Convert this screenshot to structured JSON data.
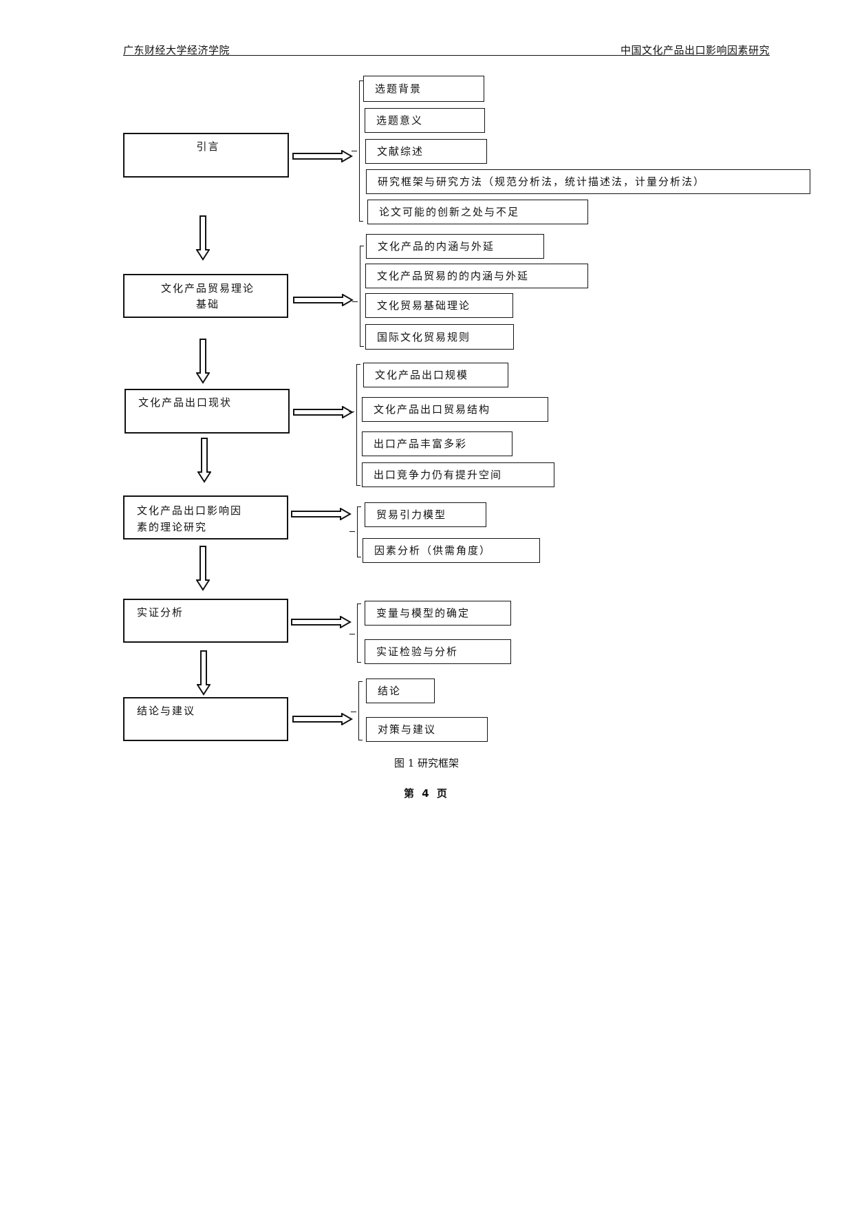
{
  "header": {
    "left": "广东财经大学经济学院",
    "right": "中国文化产品出口影响因素研究"
  },
  "flow": [
    {
      "label": "引言",
      "children": [
        "选题背景",
        "选题意义",
        "文献综述",
        "研究框架与研究方法（规范分析法，统计描述法，计量分析法）",
        "论文可能的创新之处与不足"
      ]
    },
    {
      "label": "文化产品贸易理论基础",
      "label_lines": [
        "文化产品贸易理论",
        "基础"
      ],
      "children": [
        "文化产品的内涵与外延",
        "文化产品贸易的的内涵与外延",
        "文化贸易基础理论",
        "国际文化贸易规则"
      ]
    },
    {
      "label": "文化产品出口现状",
      "children": [
        "文化产品出口规模",
        "文化产品出口贸易结构",
        "出口产品丰富多彩",
        "出口竞争力仍有提升空间"
      ]
    },
    {
      "label": "文化产品出口影响因素的理论研究",
      "label_lines": [
        "文化产品出口影响因",
        "素的理论研究"
      ],
      "children": [
        "贸易引力模型",
        "因素分析（供需角度）"
      ]
    },
    {
      "label": "实证分析",
      "children": [
        "变量与模型的确定",
        "实证检验与分析"
      ]
    },
    {
      "label": "结论与建议",
      "children": [
        "结论",
        "对策与建议"
      ]
    }
  ],
  "caption": "图 1 研究框架",
  "page_number": "第 4 页"
}
